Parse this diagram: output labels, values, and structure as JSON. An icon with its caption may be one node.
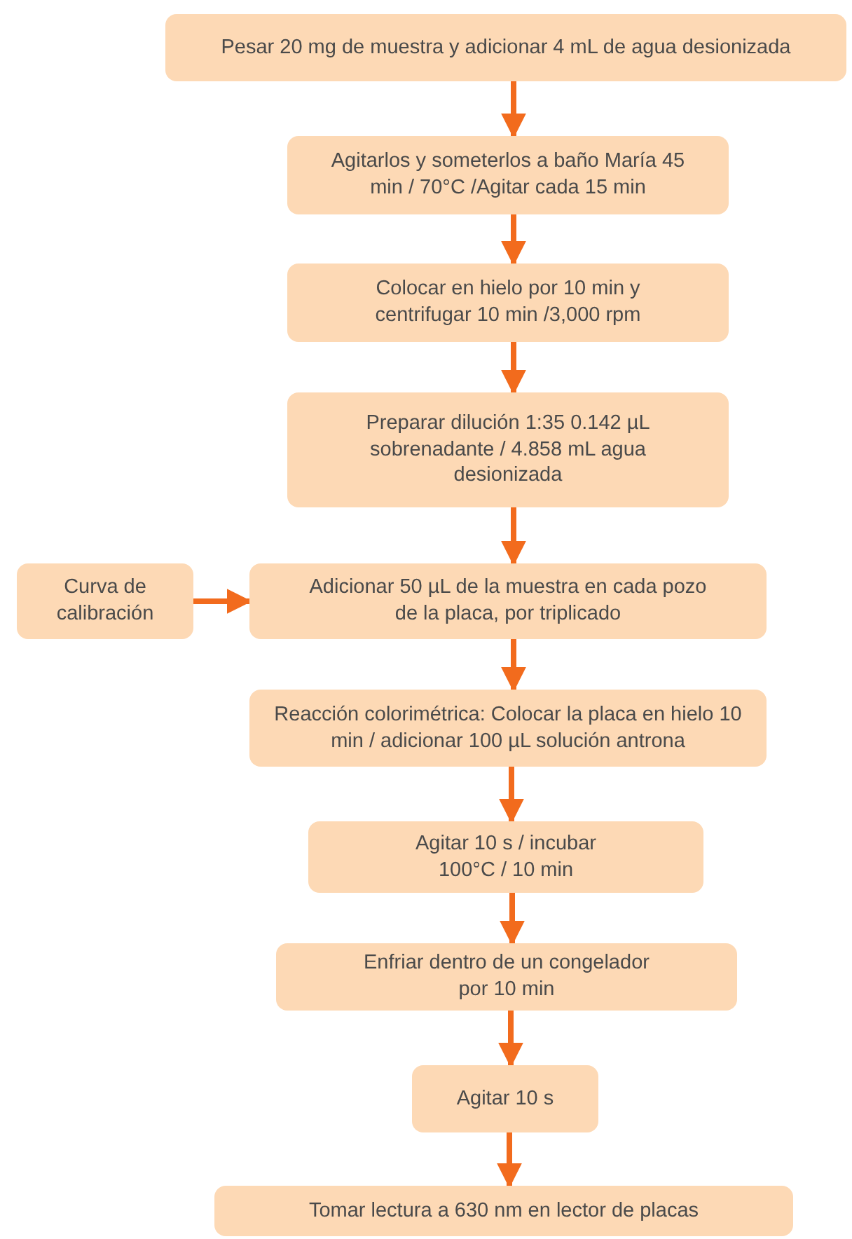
{
  "diagram": {
    "nodes": [
      {
        "text": [
          "Pesar 20 mg de muestra y adicionar 4 mL de agua desionizada"
        ]
      },
      {
        "text": [
          "Agitarlos y someterlos a baño María 45 min / 70°C /Agitar cada 15 min"
        ]
      },
      {
        "text": [
          "Colocar en hielo por 10 min y centrifugar 10 min /3,000 rpm"
        ]
      },
      {
        "text": [
          "Preparar dilución 1:35 0.142 µL sobrenadante / 4.858 mL agua desionizada"
        ]
      },
      {
        "text": [
          "Curva de calibración"
        ]
      },
      {
        "text": [
          "Adicionar 50 µL de la muestra en cada pozo de la placa, por triplicado"
        ]
      },
      {
        "text": [
          "Reacción colorimétrica: Colocar la placa en hielo 10 min / adicionar 100 µL solución antrona"
        ]
      },
      {
        "text": [
          "Agitar 10 s / incubar 100°C / 10 min"
        ]
      },
      {
        "text": [
          "Enfriar dentro de un congelador por 10 min"
        ]
      },
      {
        "text": [
          "Agitar 10 s"
        ]
      },
      {
        "text": [
          "Tomar lectura a 630 nm en lector de placas"
        ]
      }
    ],
    "edges": [
      {
        "from": 0,
        "to": 1,
        "arrow": "to"
      },
      {
        "from": 1,
        "to": 2,
        "arrow": "to"
      },
      {
        "from": 2,
        "to": 3,
        "arrow": "to"
      },
      {
        "from": 3,
        "to": 5,
        "arrow": "to"
      },
      {
        "from": 4,
        "to": 5,
        "arrow": "to"
      },
      {
        "from": 5,
        "to": 6,
        "arrow": "to"
      },
      {
        "from": 6,
        "to": 7,
        "arrow": "to"
      },
      {
        "from": 7,
        "to": 8,
        "arrow": "to"
      },
      {
        "from": 8,
        "to": 9,
        "arrow": "to"
      },
      {
        "from": 9,
        "to": 10,
        "arrow": "to"
      }
    ]
  }
}
